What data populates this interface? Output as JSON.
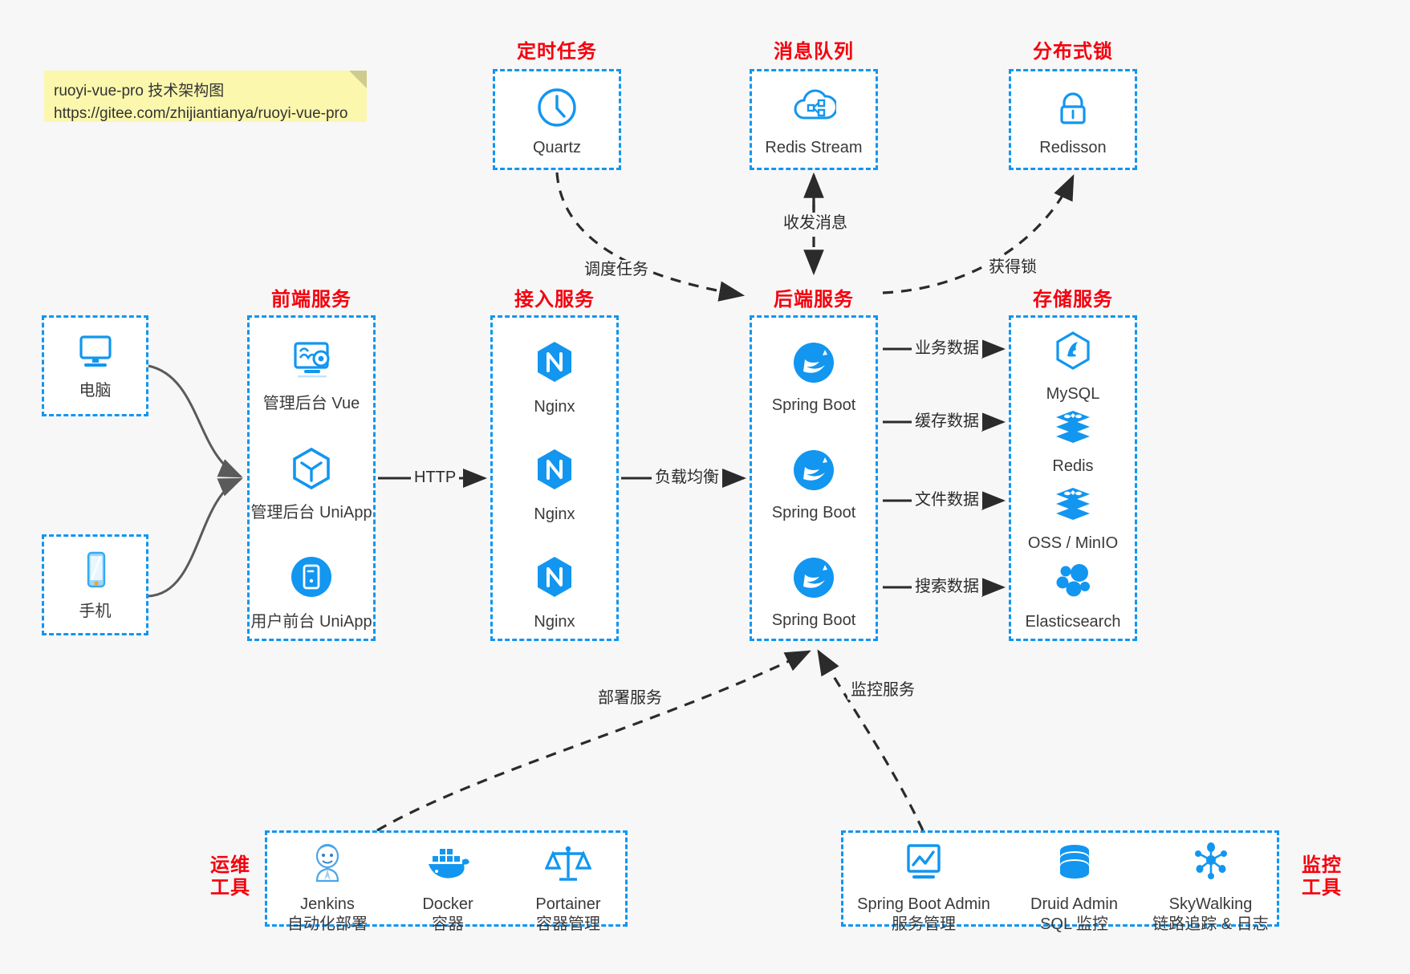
{
  "note": {
    "line1": "ruoyi-vue-pro 技术架构图",
    "line2": "https://gitee.com/zhijiantianya/ruoyi-vue-pro"
  },
  "colors": {
    "group_border": "#1296f0",
    "group_label": "#f4000d",
    "icon_blue": "#1296f0",
    "arrow": "#2b2b2b",
    "client_arrow": "#5a5a5a",
    "canvas": "#f7f7f7",
    "note_bg": "#fbf7ad"
  },
  "groups": {
    "scheduler": {
      "label": "定时任务",
      "nodes": [
        {
          "name": "Quartz",
          "icon": "clock-icon"
        }
      ]
    },
    "mq": {
      "label": "消息队列",
      "nodes": [
        {
          "name": "Redis Stream",
          "icon": "cloud-stream-icon"
        }
      ]
    },
    "lock": {
      "label": "分布式锁",
      "nodes": [
        {
          "name": "Redisson",
          "icon": "lock-icon"
        }
      ]
    },
    "client_pc": {
      "label": "",
      "nodes": [
        {
          "name": "电脑",
          "icon": "desktop-icon"
        }
      ]
    },
    "client_mob": {
      "label": "",
      "nodes": [
        {
          "name": "手机",
          "icon": "phone-icon"
        }
      ]
    },
    "frontend": {
      "label": "前端服务",
      "nodes": [
        {
          "name": "管理后台 Vue",
          "icon": "dashboard-icon"
        },
        {
          "name": "管理后台 UniApp",
          "icon": "cube-icon"
        },
        {
          "name": "用户前台 UniApp",
          "icon": "app-circle-icon"
        }
      ]
    },
    "gateway": {
      "label": "接入服务",
      "nodes": [
        {
          "name": "Nginx",
          "icon": "nginx-icon"
        },
        {
          "name": "Nginx",
          "icon": "nginx-icon"
        },
        {
          "name": "Nginx",
          "icon": "nginx-icon"
        }
      ]
    },
    "backend": {
      "label": "后端服务",
      "nodes": [
        {
          "name": "Spring Boot",
          "icon": "spring-icon"
        },
        {
          "name": "Spring Boot",
          "icon": "spring-icon"
        },
        {
          "name": "Spring Boot",
          "icon": "spring-icon"
        }
      ]
    },
    "storage": {
      "label": "存储服务",
      "nodes": [
        {
          "name": "MySQL",
          "icon": "mysql-icon"
        },
        {
          "name": "Redis",
          "icon": "redis-icon"
        },
        {
          "name": "OSS / MinIO",
          "icon": "oss-icon"
        },
        {
          "name": "Elasticsearch",
          "icon": "elasticsearch-icon"
        }
      ]
    },
    "devops": {
      "label": "运维\n工具",
      "label_line1": "运维",
      "label_line2": "工具",
      "nodes": [
        {
          "name": "Jenkins",
          "sub": "自动化部署",
          "icon": "jenkins-icon"
        },
        {
          "name": "Docker",
          "sub": "容器",
          "icon": "docker-icon"
        },
        {
          "name": "Portainer",
          "sub": "容器管理",
          "icon": "scales-icon"
        }
      ]
    },
    "monitor": {
      "label_line1": "监控",
      "label_line2": "工具",
      "nodes": [
        {
          "name": "Spring Boot Admin",
          "sub": "服务管理",
          "icon": "monitor-chart-icon"
        },
        {
          "name": "Druid Admin",
          "sub": "SQL 监控",
          "icon": "database-icon"
        },
        {
          "name": "SkyWalking",
          "sub": "链路追踪 & 日志",
          "icon": "skywalking-icon"
        }
      ]
    }
  },
  "edges": [
    {
      "id": "http",
      "label": "HTTP",
      "from": "frontend",
      "to": "gateway",
      "style": "solid"
    },
    {
      "id": "lb",
      "label": "负载均衡",
      "from": "gateway",
      "to": "backend",
      "style": "solid"
    },
    {
      "id": "biz-data",
      "label": "业务数据",
      "from": "backend",
      "to": "mysql",
      "style": "solid"
    },
    {
      "id": "cache-data",
      "label": "缓存数据",
      "from": "backend",
      "to": "redis",
      "style": "solid"
    },
    {
      "id": "file-data",
      "label": "文件数据",
      "from": "backend",
      "to": "oss",
      "style": "solid"
    },
    {
      "id": "search-data",
      "label": "搜索数据",
      "from": "backend",
      "to": "es",
      "style": "solid"
    },
    {
      "id": "schedule",
      "label": "调度任务",
      "from": "scheduler",
      "to": "backend",
      "style": "dashed"
    },
    {
      "id": "message",
      "label": "收发消息",
      "from": "mq",
      "to": "backend",
      "style": "dashed-bi"
    },
    {
      "id": "acquire-lock",
      "label": "获得锁",
      "from": "backend",
      "to": "lock",
      "style": "dashed"
    },
    {
      "id": "deploy",
      "label": "部署服务",
      "from": "devops",
      "to": "backend",
      "style": "dashed"
    },
    {
      "id": "monitoring",
      "label": "监控服务",
      "from": "monitor",
      "to": "backend",
      "style": "dashed"
    }
  ]
}
